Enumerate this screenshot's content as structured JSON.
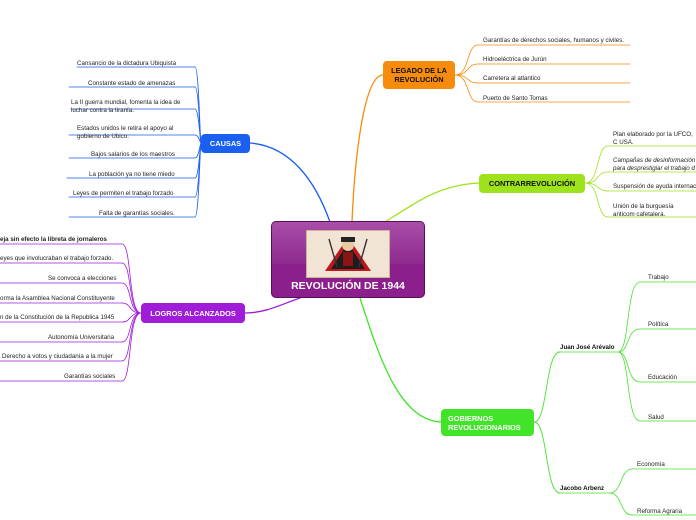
{
  "center": {
    "title": "REVOLUCIÓN DE 1944",
    "image": "revolution-soldier-illustration"
  },
  "colors": {
    "causas": "#1a5ff0",
    "legado": "#f78b0c",
    "contrarrevolucion": "#9de21b",
    "gobiernos": "#42e42a",
    "logros": "#a01cd9"
  },
  "causas": {
    "label": "CAUSAS",
    "items": [
      "Cansancio de la dictadura Ubiquista",
      "Constante estado de amenazas",
      "La II guerra mundial, fomenta la idea de luchar contra la tiranía.",
      "Estados unidos le retira el apoyo al gobierno de Ubico.",
      "Bajos salarios de los maestros",
      "La población ya no tiene miedo",
      "Leyes de permiten el trabajo forzado",
      "Falta de garantías sociales."
    ]
  },
  "legado": {
    "label": "LEGADO DE LA REVOLUCIÓN",
    "items": [
      "Garantías de derechos sociales, humanos y civiles.",
      "Hidroeléctrica de Jurún",
      "Carretera al atlantico",
      "Puerto de Santo Tomas"
    ]
  },
  "contrarrevolucion": {
    "label": "CONTRARREVOLUCIÓN",
    "items": [
      "Plan elaborado por la UFCO, C USA.",
      "Campañas de desinformación para desprestigiar el trabajo d",
      "Suspensión de ayuda internac",
      "Unión de la burguesía anticom cafetalera."
    ]
  },
  "logros": {
    "label": "LOGROS ALCANZADOS",
    "items": [
      "eja sin efecto la libreta de jornaleros",
      "eyes que involucraban el trabajo forzado.",
      "Se convoca a elecciones",
      "orma la Asamblea Nacional Constituyente",
      "n de la Constitución de la Republica 1945",
      "Autonomía Universitaria",
      "Derecho a votos y ciudadanía a la mujer",
      "Garantías sociales"
    ]
  },
  "gobiernos": {
    "label": "GOBIERNOS REVOLUCIONARIOS",
    "arevalo": {
      "name": "Juan José Arévalo",
      "items": [
        "Trabajo",
        "Política",
        "Educación",
        "Salud"
      ]
    },
    "arbenz": {
      "name": "Jacobo Arbenz",
      "items": [
        "Economía",
        "Reforma Agraria"
      ]
    }
  }
}
